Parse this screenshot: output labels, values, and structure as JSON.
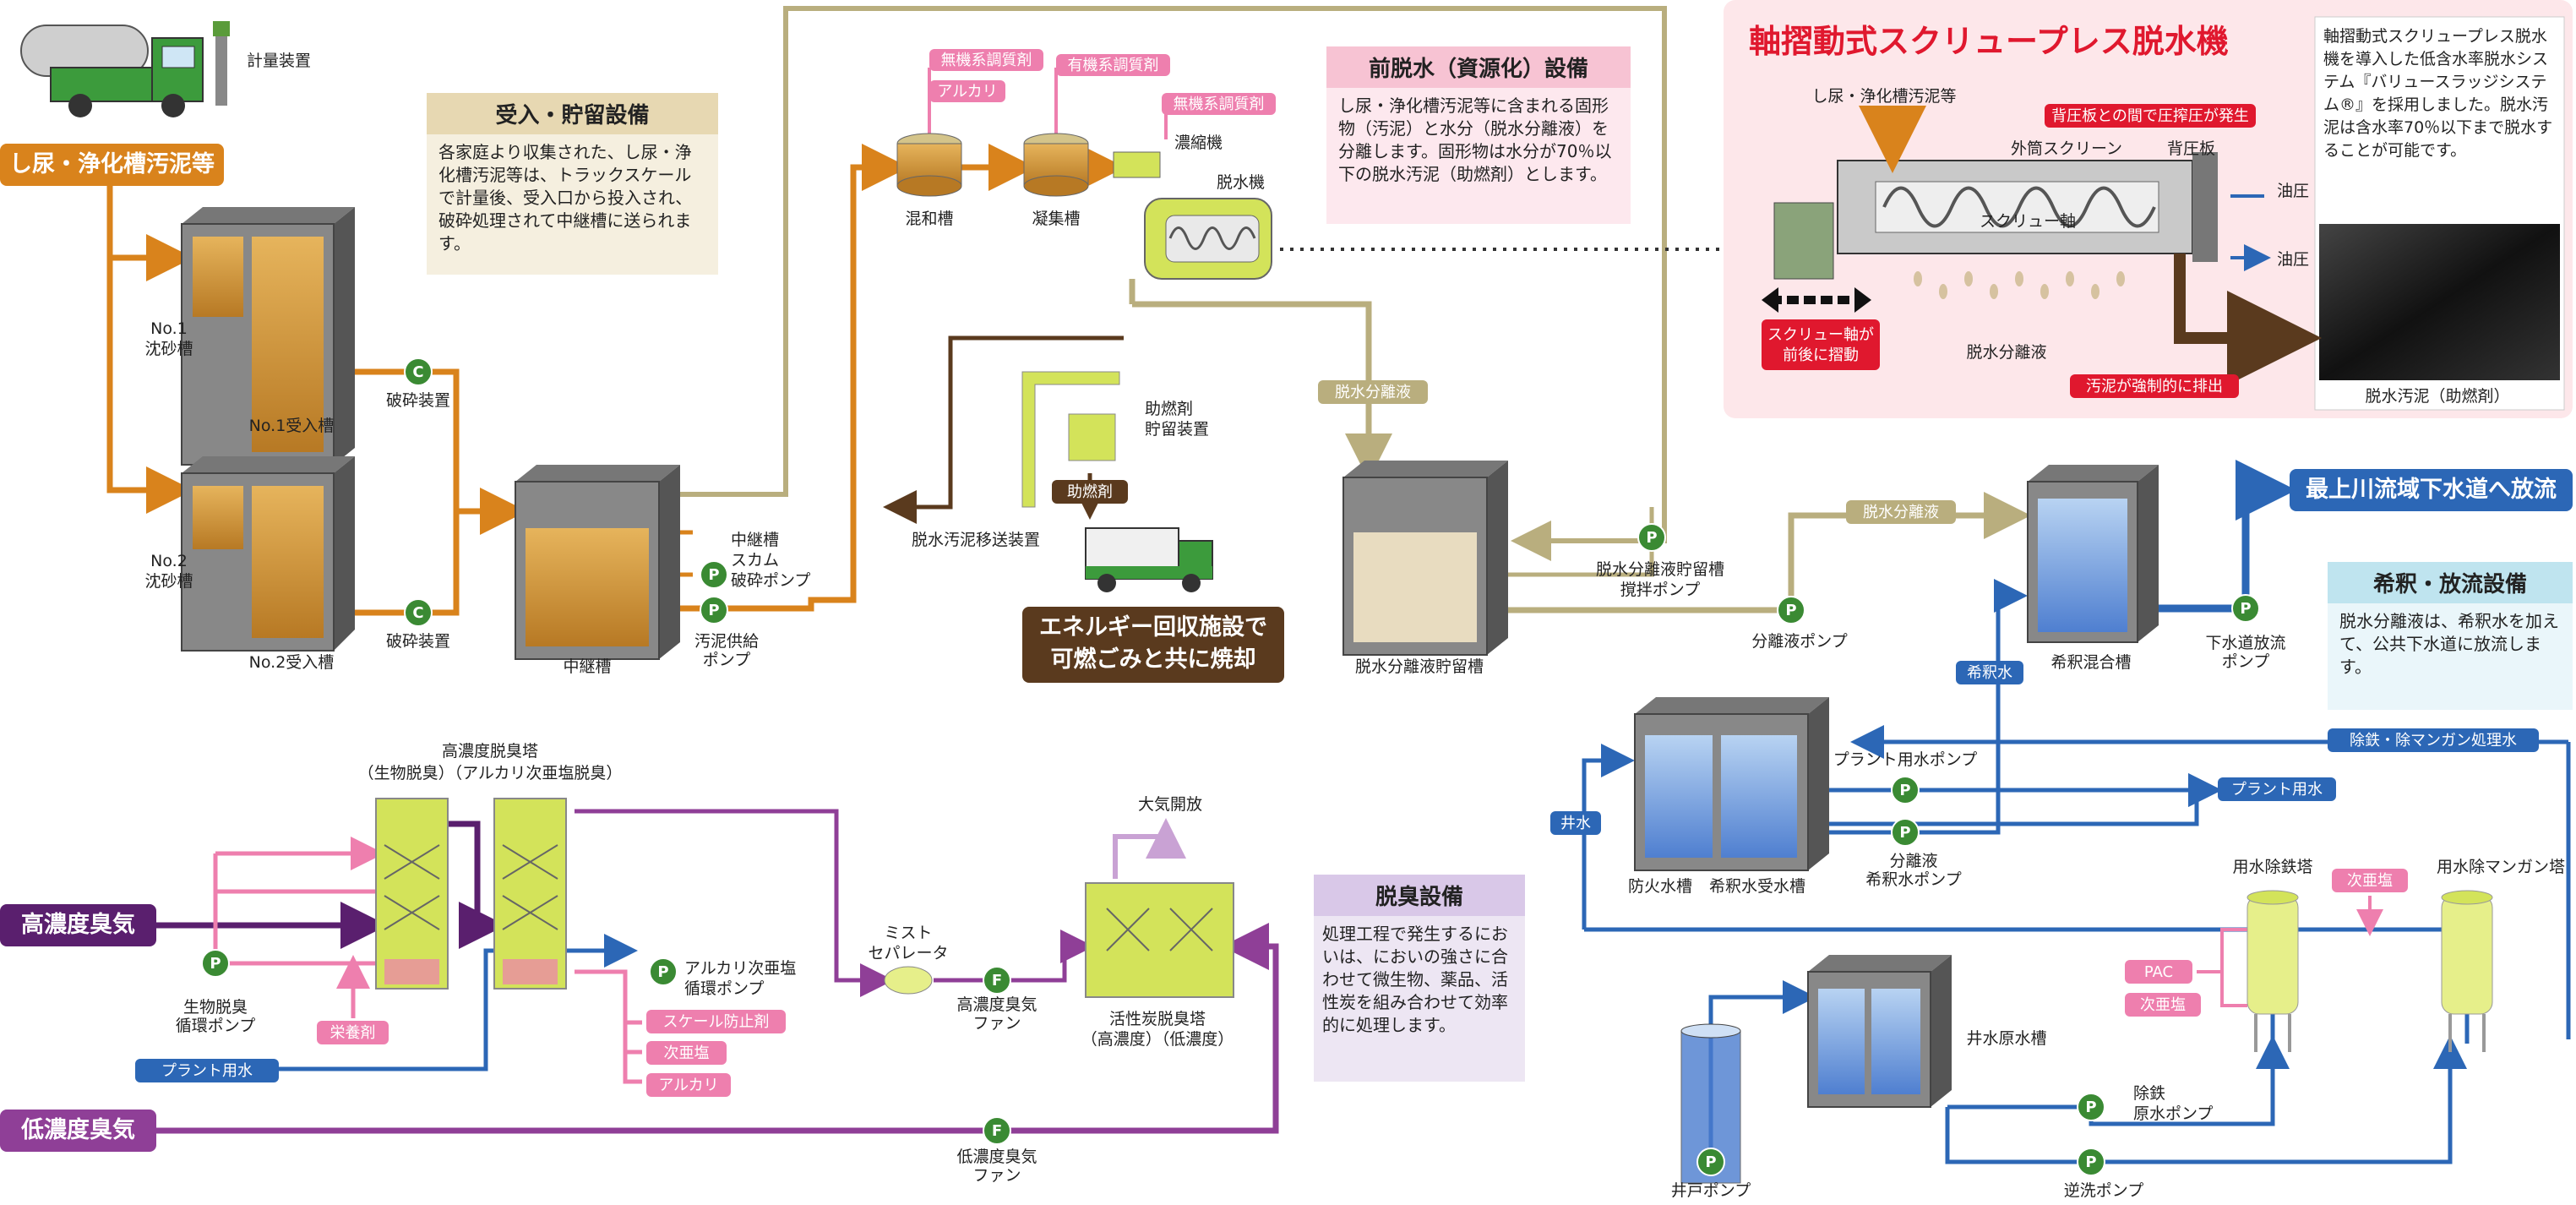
{
  "labels": {
    "meter": "計量装置",
    "source": "し尿・浄化槽汚泥等",
    "sand1": "No.1\n沈砂槽",
    "sand2": "No.2\n沈砂槽",
    "recv1": "No.1受入槽",
    "recv2": "No.2受入槽",
    "crusher1": "破砕装置",
    "crusher2": "破砕装置",
    "relay": "中継槽",
    "scum_pump": "中継槽\nスカム\n破砕ポンプ",
    "sludge_pump": "汚泥供給\nポンプ",
    "mix_tank": "混和槽",
    "coag_tank": "凝集槽",
    "inorg": "無機系調質剤",
    "alkali_top": "アルカリ",
    "org": "有機系調質剤",
    "inorg2": "無機系調質剤",
    "thickener": "濃縮機",
    "dewater": "脱水機",
    "aux_storage": "助燃剤\n貯留装置",
    "aux_tag": "助燃剤",
    "transport": "脱水汚泥移送装置",
    "sep_liquid_v": "脱水分離液",
    "sep_storage": "脱水分離液貯留槽",
    "sep_stir_pump": "脱水分離液貯留槽\n撹拌ポンプ",
    "sep_liquid_h": "脱水分離液",
    "sep_pump": "分離液ポンプ",
    "dil_tank": "希釈混合槽",
    "sewer_pump": "下水道放流\nポンプ",
    "dil_water": "希釈水",
    "fe_mn_line": "除鉄・除マンガン処理水",
    "well_water": "井水",
    "plant_pump": "プラント用水ポンプ",
    "plant_water_tag": "プラント用水",
    "sep_dil_pump": "分離液\n希釈水ポンプ",
    "fire_tank": "防火水槽",
    "dil_recv": "希釈水受水槽",
    "fe_tower": "用水除鉄塔",
    "mn_tower": "用水除マンガン塔",
    "hypo_tag": "次亜塩",
    "pac_tag": "PAC",
    "hypo_tag2": "次亜塩",
    "raw_well": "井水原水槽",
    "fe_raw_pump": "除鉄\n原水ポンプ",
    "well_pump": "井戸ポンプ",
    "backwash_pump": "逆洗ポンプ",
    "hc_tower": "高濃度脱臭塔\n（生物脱臭）（アルカリ次亜塩脱臭）",
    "bio_pump": "生物脱臭\n循環ポンプ",
    "nutrient": "栄養剤",
    "plant_water2": "プラント用水",
    "alk_pump": "アルカリ次亜塩\n循環ポンプ",
    "scale": "スケール防止剤",
    "hypo3": "次亜塩",
    "alkali3": "アルカリ",
    "mist": "ミスト\nセパレータ",
    "hc_fan": "高濃度臭気\nファン",
    "lc_fan": "低濃度臭気\nファン",
    "carbon_tower": "活性炭脱臭塔\n（高濃度）（低濃度）",
    "atmosphere": "大気開放",
    "high_odor": "高濃度臭気",
    "low_odor": "低濃度臭気",
    "sewer_out": "最上川流域下水道へ放流",
    "energy": "エネルギー回収施設で\n可燃ごみと共に焼却"
  },
  "boxes": {
    "receive": {
      "title": "受入・貯留設備",
      "text": "各家庭より収集された、し尿・浄化槽汚泥等は、トラックスケールで計量後、受入口から投入され、破砕処理されて中継槽に送られます。"
    },
    "predewater": {
      "title": "前脱水（資源化）設備",
      "text": "し尿・浄化槽汚泥等に含まれる固形物（汚泥）と水分（脱水分離液）を分離します。固形物は水分が70％以下の脱水汚泥（助燃剤）とします。"
    },
    "dilution": {
      "title": "希釈・放流設備",
      "text": "脱水分離液は、希釈水を加えて、公共下水道に放流します。"
    },
    "deodor": {
      "title": "脱臭設備",
      "text": "処理工程で発生するにおいは、においの強さに合わせて微生物、薬品、活性炭を組み合わせて効率的に処理します。"
    }
  },
  "screw": {
    "title": "軸摺動式スクリュープレス脱水機",
    "inlet": "し尿・浄化槽汚泥等",
    "back_pressure": "背圧板との間で圧搾圧が発生",
    "outer_screen": "外筒スクリーン",
    "back_plate": "背圧板",
    "screw_shaft": "スクリュー軸",
    "oil1": "油圧",
    "oil2": "油圧",
    "move": "スクリュー軸が\n前後に摺動",
    "filtrate": "脱水分離液",
    "discharge": "汚泥が強制的に排出",
    "side_text": "軸摺動式スクリュープレス脱水機を導入した低含水率脱水システム『バリュースラッジシステム®』を採用しました。脱水汚泥は含水率70％以下まで脱水することが可能です。",
    "cake": "脱水汚泥（助燃剤）"
  },
  "badges": {
    "C": "C",
    "P": "P",
    "F": "F"
  },
  "colors": {
    "orange": "#d9831c",
    "khaki": "#b9ae7e",
    "blue": "#2c67b6",
    "purple": "#8f3f97",
    "pink": "#ee7fae",
    "lightpurple": "#c9a2d4",
    "green": "#3a8a33",
    "brown": "#5a3a1e",
    "yellowgreen": "#d3e35a"
  }
}
